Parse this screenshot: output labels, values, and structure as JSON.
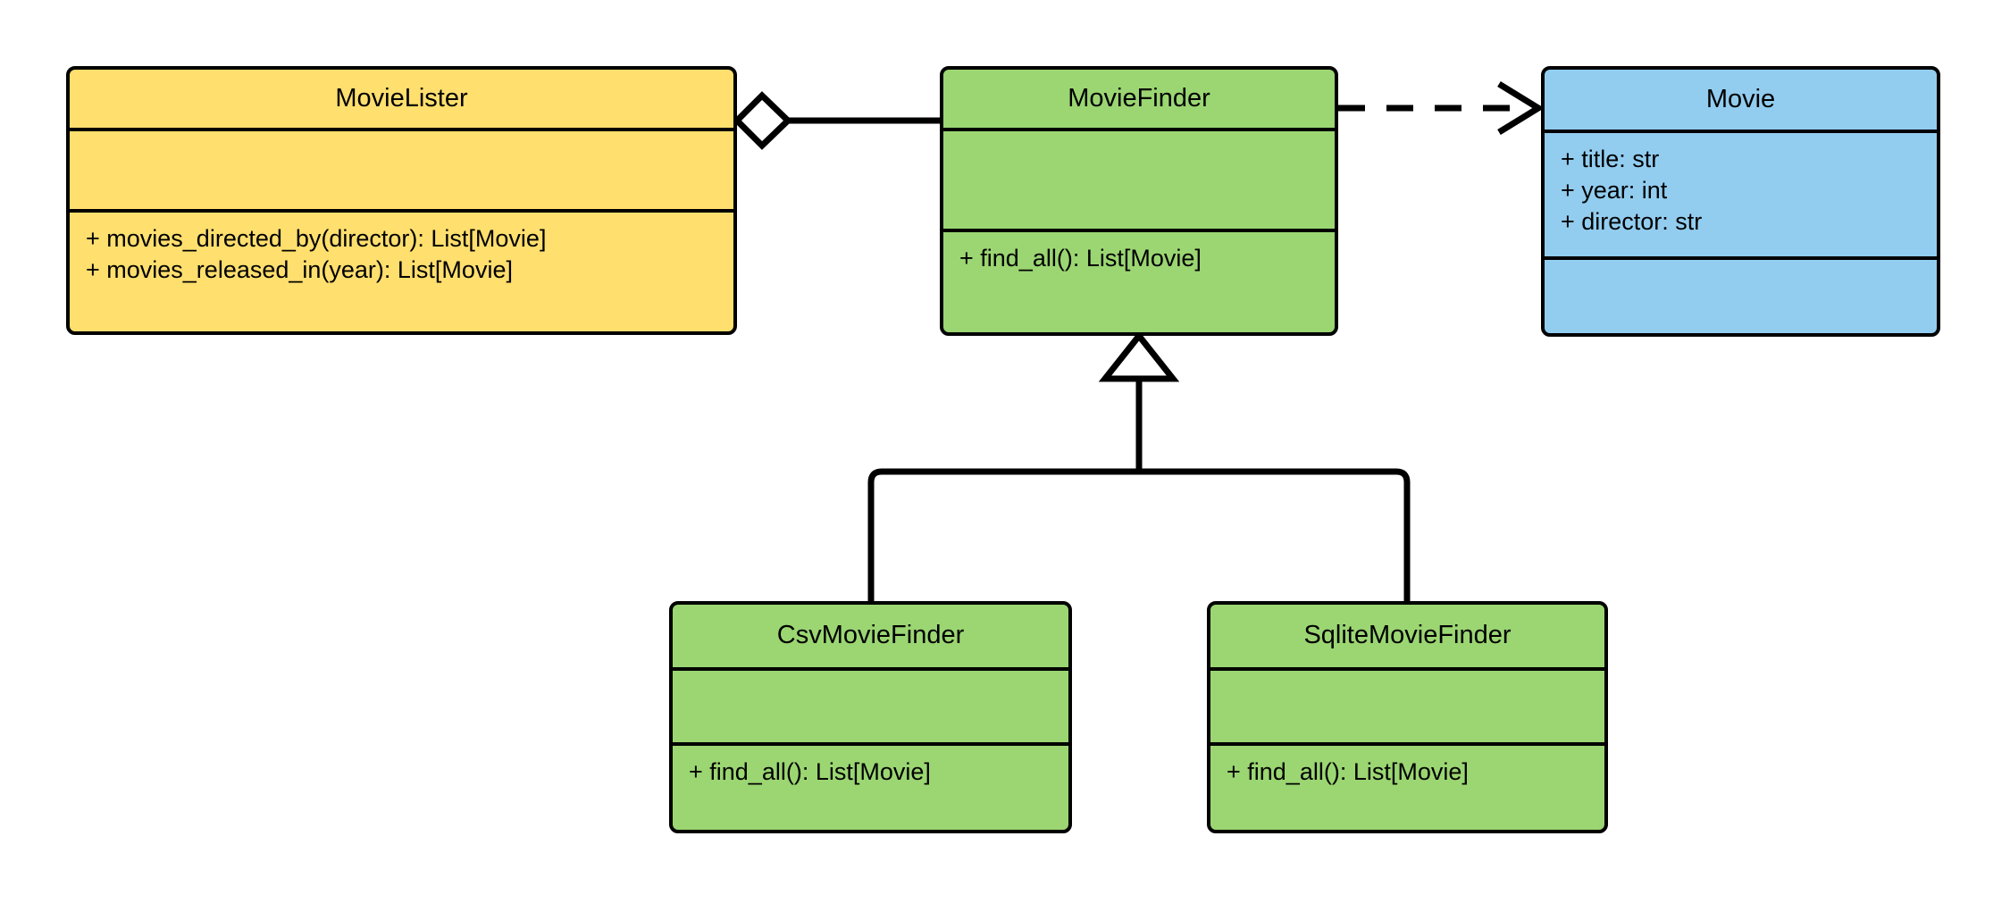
{
  "diagram": {
    "type": "uml-class-diagram",
    "background": "#ffffff",
    "colors": {
      "yellow": "#ffdf6e",
      "green": "#9bd672",
      "blue": "#92cdf0",
      "stroke": "#000000"
    }
  },
  "classes": {
    "movielister": {
      "name": "MovieLister",
      "color": "#ffdf6e",
      "attributes": [],
      "methods": [
        "+ movies_directed_by(director): List[Movie]",
        "+ movies_released_in(year): List[Movie]"
      ]
    },
    "moviefinder": {
      "name": "MovieFinder",
      "color": "#9bd672",
      "attributes": [],
      "methods": [
        "+ find_all(): List[Movie]"
      ]
    },
    "movie": {
      "name": "Movie",
      "color": "#92cdf0",
      "attributes": [
        "+ title: str",
        "+ year: int",
        "+ director: str"
      ],
      "methods": []
    },
    "csvmoviefinder": {
      "name": "CsvMovieFinder",
      "color": "#9bd672",
      "attributes": [],
      "methods": [
        "+ find_all(): List[Movie]"
      ]
    },
    "sqlitemoviefinder": {
      "name": "SqliteMovieFinder",
      "color": "#9bd672",
      "attributes": [],
      "methods": [
        "+ find_all(): List[Movie]"
      ]
    }
  },
  "relationships": [
    {
      "id": "aggregation-movielister-moviefinder",
      "kind": "aggregation",
      "source": "MovieLister",
      "target": "MovieFinder",
      "marker": "hollow-diamond",
      "line": "solid"
    },
    {
      "id": "dependency-moviefinder-movie",
      "kind": "dependency",
      "source": "MovieFinder",
      "target": "Movie",
      "marker": "open-arrow",
      "line": "dashed"
    },
    {
      "id": "generalization-csvmoviefinder-moviefinder",
      "kind": "generalization",
      "source": "CsvMovieFinder",
      "target": "MovieFinder",
      "marker": "hollow-triangle",
      "line": "solid"
    },
    {
      "id": "generalization-sqlitemoviefinder-moviefinder",
      "kind": "generalization",
      "source": "SqliteMovieFinder",
      "target": "MovieFinder",
      "marker": "hollow-triangle",
      "line": "solid"
    }
  ]
}
